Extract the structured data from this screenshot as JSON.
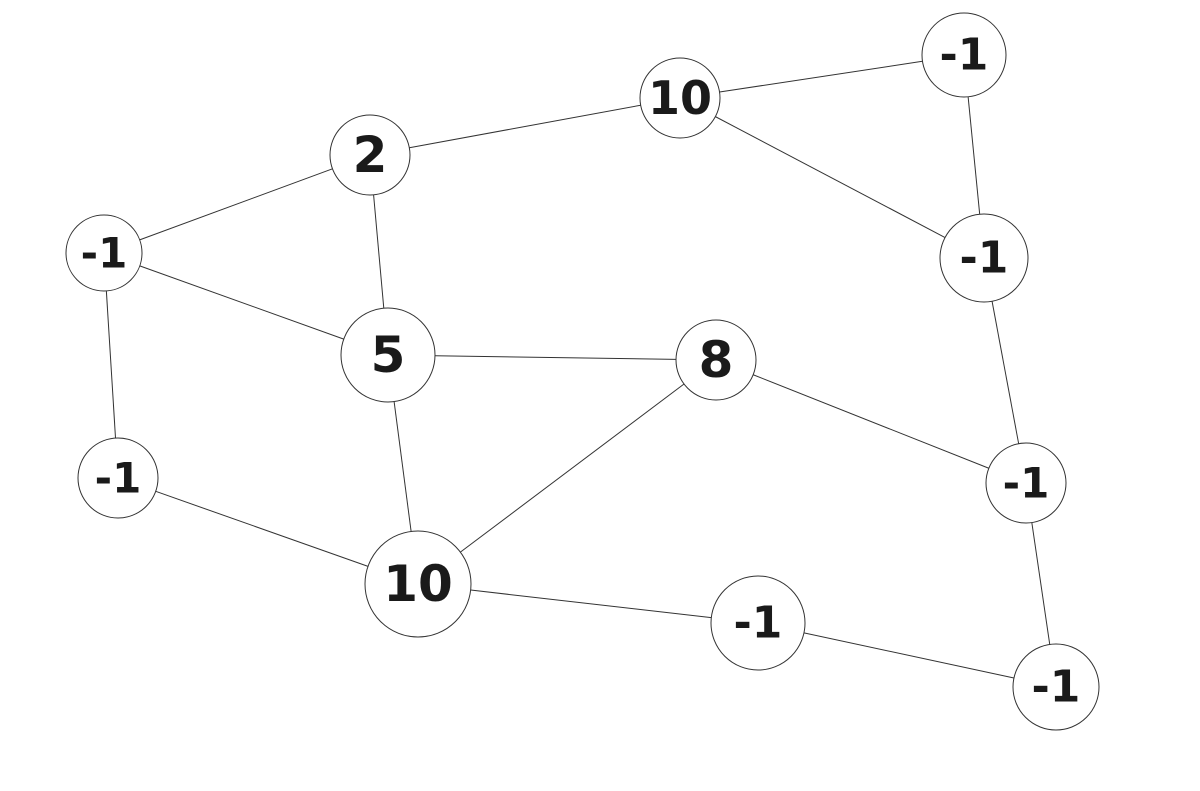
{
  "graph": {
    "nodes": [
      {
        "id": "n1",
        "label": "2"
      },
      {
        "id": "n2",
        "label": "10"
      },
      {
        "id": "n3",
        "label": "-1"
      },
      {
        "id": "n4",
        "label": "-1"
      },
      {
        "id": "n5",
        "label": "-1"
      },
      {
        "id": "n6",
        "label": "5"
      },
      {
        "id": "n7",
        "label": "8"
      },
      {
        "id": "n8",
        "label": "-1"
      },
      {
        "id": "n9",
        "label": "-1"
      },
      {
        "id": "n10",
        "label": "-1"
      },
      {
        "id": "n11",
        "label": "10"
      },
      {
        "id": "n12",
        "label": "-1"
      },
      {
        "id": "n13",
        "label": "-1"
      }
    ],
    "edges": [
      [
        "n1",
        "n2"
      ],
      [
        "n2",
        "n3"
      ],
      [
        "n3",
        "n4"
      ],
      [
        "n2",
        "n4"
      ],
      [
        "n1",
        "n5"
      ],
      [
        "n1",
        "n6"
      ],
      [
        "n5",
        "n6"
      ],
      [
        "n5",
        "n10"
      ],
      [
        "n6",
        "n7"
      ],
      [
        "n6",
        "n11"
      ],
      [
        "n7",
        "n11"
      ],
      [
        "n7",
        "n9"
      ],
      [
        "n4",
        "n9"
      ],
      [
        "n10",
        "n11"
      ],
      [
        "n11",
        "n12"
      ],
      [
        "n12",
        "n13"
      ],
      [
        "n9",
        "n13"
      ]
    ]
  }
}
